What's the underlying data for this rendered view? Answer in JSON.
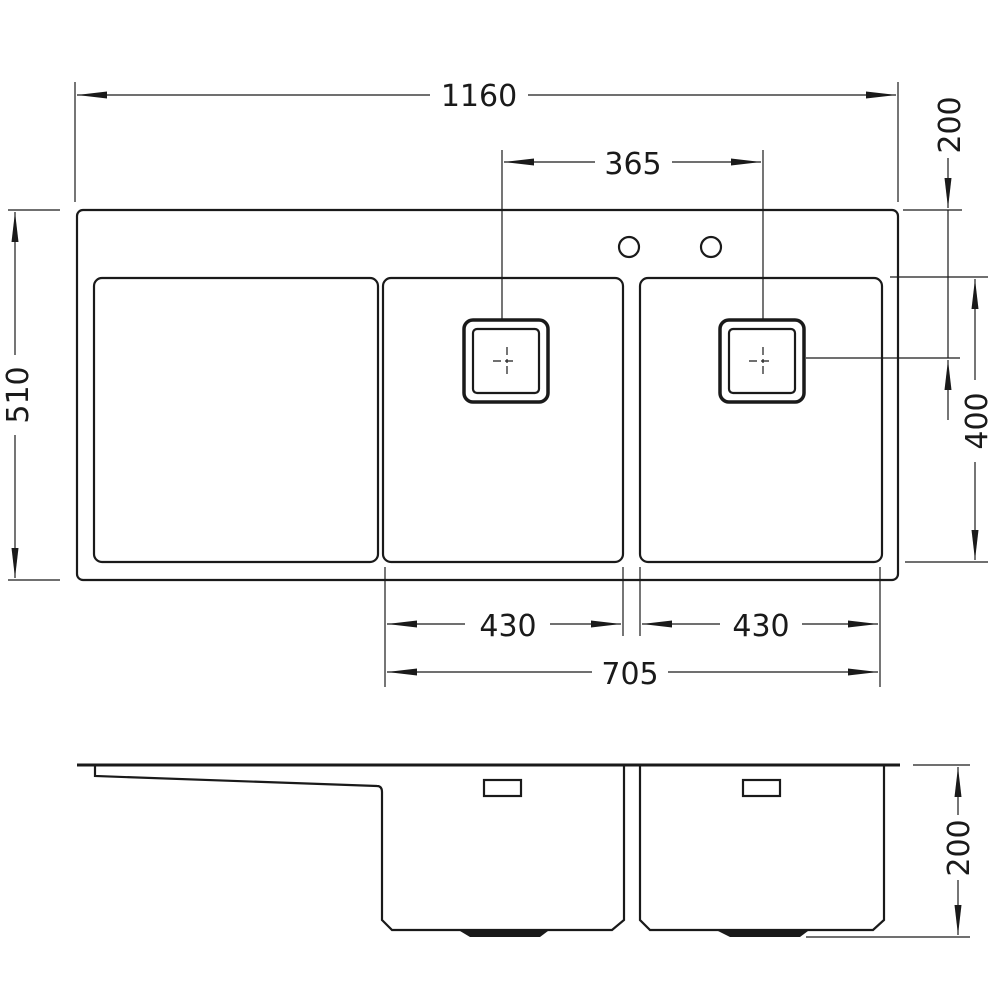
{
  "drawing": {
    "plan_view": {
      "overall_width": "1160",
      "drain_spacing": "365",
      "overall_depth": "510",
      "bowl_depth": "400",
      "back_to_drain": "200",
      "bowl_left_width": "430",
      "bowl_right_width": "430",
      "bowls_total_width": "705"
    },
    "side_view": {
      "bowl_height": "200"
    },
    "colors": {
      "line": "#1a1a1a",
      "background": "#ffffff"
    }
  }
}
